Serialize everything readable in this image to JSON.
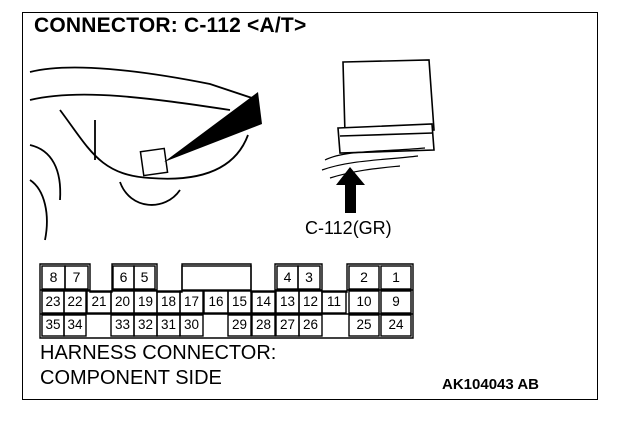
{
  "title": "CONNECTOR: C-112 <A/T>",
  "callout_label": "C-112(GR)",
  "side_label_line1": "HARNESS CONNECTOR:",
  "side_label_line2": "COMPONENT SIDE",
  "figure_code": "AK104043 AB",
  "pins": {
    "p1": "1",
    "p2": "2",
    "p3": "3",
    "p4": "4",
    "p5": "5",
    "p6": "6",
    "p7": "7",
    "p8": "8",
    "p9": "9",
    "p10": "10",
    "p11": "11",
    "p12": "12",
    "p13": "13",
    "p14": "14",
    "p15": "15",
    "p16": "16",
    "p17": "17",
    "p18": "18",
    "p19": "19",
    "p20": "20",
    "p21": "21",
    "p22": "22",
    "p23": "23",
    "p24": "24",
    "p25": "25",
    "p26": "26",
    "p27": "27",
    "p28": "28",
    "p29": "29",
    "p30": "30",
    "p31": "31",
    "p32": "32",
    "p33": "33",
    "p34": "34",
    "p35": "35"
  }
}
